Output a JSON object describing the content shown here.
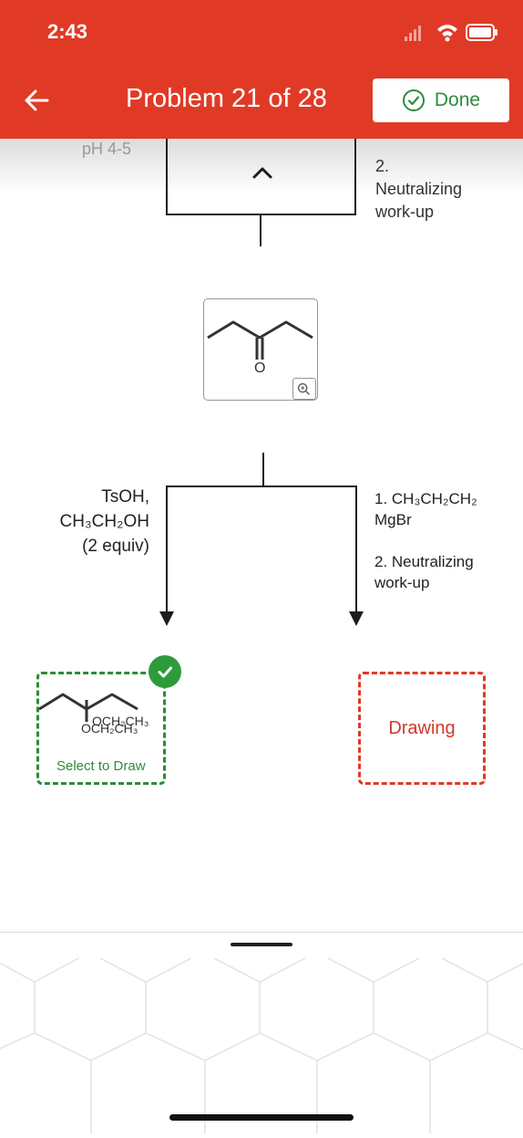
{
  "status_bar": {
    "time": "2:43",
    "icons": [
      "signal-icon",
      "wifi-icon",
      "battery-icon"
    ]
  },
  "header": {
    "back_icon": "arrow-left-icon",
    "title": "Problem 21 of 28",
    "done_label": "Done",
    "done_icon": "check-circle-icon"
  },
  "steps": {
    "top_left_reagent": "pH 4-5",
    "top_right_lines": [
      "2.",
      "Neutralizing",
      "work-up"
    ]
  },
  "start_molecule": {
    "atom_label": "O"
  },
  "reactions": {
    "left": [
      "TsOH,",
      "CH₃CH₂OH",
      "(2 equiv)"
    ],
    "right": [
      "1. CH₃CH₂CH₂",
      "MgBr",
      "",
      "2. Neutralizing",
      "work-up"
    ]
  },
  "products": {
    "left": {
      "group_label_1": "OCH₂CH₃",
      "group_label_2": "OCH₂CH₃",
      "action_label": "Select to Draw",
      "status": "complete"
    },
    "right": {
      "status_label": "Drawing"
    }
  },
  "colors": {
    "brand_red": "#e03a26",
    "success_green": "#2e8b3a",
    "drawing_red": "#d5352a"
  }
}
